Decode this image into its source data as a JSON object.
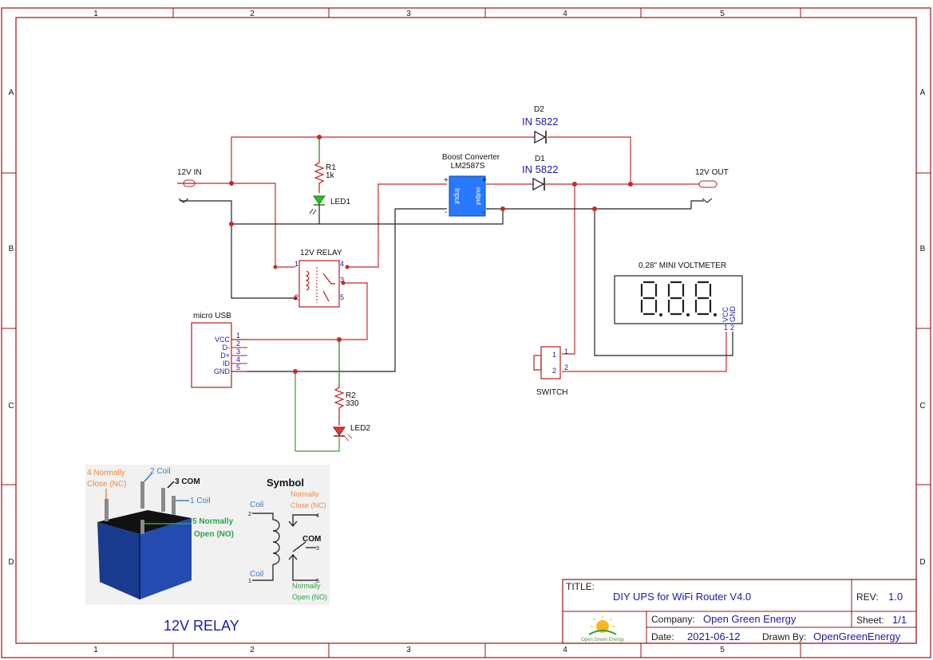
{
  "frame": {
    "col_labels": [
      "1",
      "2",
      "3",
      "4",
      "5"
    ],
    "row_labels": [
      "A",
      "B",
      "C",
      "D"
    ]
  },
  "components": {
    "input_connector": "12V IN",
    "output_connector": "12V OUT",
    "r1": {
      "ref": "R1",
      "value": "1k"
    },
    "led1": "LED1",
    "r2": {
      "ref": "R2",
      "value": "330"
    },
    "led2": "LED2",
    "boost": {
      "line1": "Boost Converter",
      "line2": "LM2587S",
      "in_label": "Input",
      "out_label": "output",
      "plus": "+",
      "minus": "-"
    },
    "d1": {
      "ref": "D1",
      "part": "IN 5822"
    },
    "d2": {
      "ref": "D2",
      "part": "IN 5822"
    },
    "relay": {
      "label": "12V RELAY",
      "pins": [
        "1",
        "2",
        "3",
        "4",
        "5"
      ]
    },
    "usb": {
      "label": "micro USB",
      "pins": [
        "VCC",
        "D-",
        "D+",
        "ID",
        "GND"
      ],
      "pin_numbers": [
        "1",
        "2",
        "3",
        "4",
        "5"
      ]
    },
    "voltmeter": {
      "label": "0.28\" MINI VOLTMETER",
      "pin_names": [
        "VCC",
        "GND"
      ],
      "pin_numbers": [
        "1",
        "2"
      ]
    },
    "switch": {
      "label": "SWITCH",
      "pins": [
        "1",
        "2"
      ]
    }
  },
  "relay_illustration": {
    "caption": "12V RELAY",
    "photo_labels": {
      "nc": [
        "4 Normally",
        "Close (NC)"
      ],
      "coil2": "2 Coil",
      "com": "3 COM",
      "coil1": "1 Coil",
      "no": [
        "5 Normally",
        "Open (NO)"
      ]
    },
    "symbol": {
      "title": "Symbol",
      "coil_top": "Coil",
      "coil_bottom": "Coil",
      "nc": [
        "Normally",
        "Close (NC)"
      ],
      "com": "COM",
      "no": [
        "Normally",
        "Open (NO)"
      ],
      "pins": [
        "2",
        "4",
        "3",
        "1",
        "5"
      ]
    },
    "colors": {
      "orange": "#f0883e",
      "blue": "#3a7cc4",
      "green": "#2ca24a"
    }
  },
  "title_block": {
    "title_key": "TITLE:",
    "title": "DIY UPS for WiFi Router V4.0",
    "rev_key": "REV:",
    "rev": "1.0",
    "company_key": "Company:",
    "company": "Open Green Energy",
    "sheet_key": "Sheet:",
    "sheet": "1/1",
    "date_key": "Date:",
    "date": "2021-06-12",
    "drawn_key": "Drawn By:",
    "drawn_by": "OpenGreenEnergy",
    "logo_text": "Open Green Energy"
  },
  "colors": {
    "frame": "#a01010",
    "wire_red": "#c62828",
    "wire_black": "#222222",
    "wire_green": "#2e9d2e",
    "text_blue": "#1a1aa8",
    "boost_fill": "#2979ff"
  }
}
